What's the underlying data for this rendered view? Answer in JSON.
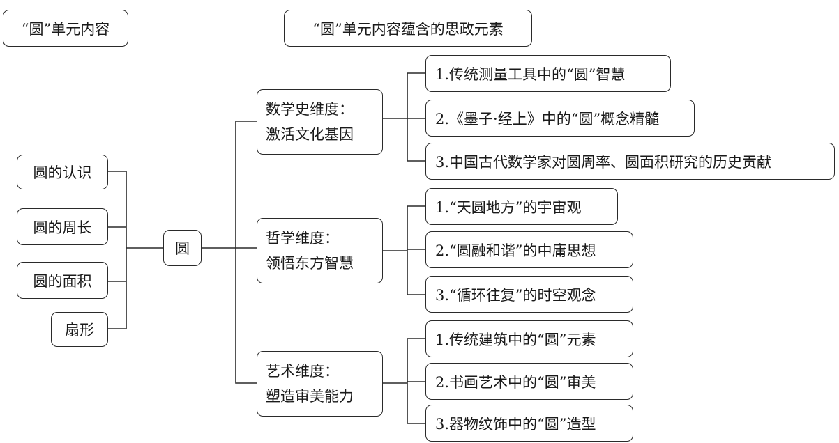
{
  "headers": {
    "unit_content": "“圆”单元内容",
    "ideological_elements": "“圆”单元内容蕴含的思政元素"
  },
  "center": "圆",
  "units": [
    "圆的认识",
    "圆的周长",
    "圆的面积",
    "扇形"
  ],
  "dimensions": [
    {
      "line1": "数学史维度：",
      "line2": "激活文化基因",
      "items": [
        "1.传统测量工具中的“圆”智慧",
        "2.《墨子·经上》中的“圆”概念精髓",
        "3.中国古代数学家对圆周率、圆面积研究的历史贡献"
      ]
    },
    {
      "line1": "哲学维度：",
      "line2": "领悟东方智慧",
      "items": [
        "1.“天圆地方”的宇宙观",
        "2.“圆融和谐”的中庸思想",
        "3.“循环往复”的时空观念"
      ]
    },
    {
      "line1": "艺术维度：",
      "line2": "塑造审美能力",
      "items": [
        "1.传统建筑中的“圆”元素",
        "2.书画艺术中的“圆”审美",
        "3.器物纹饰中的“圆”造型"
      ]
    }
  ]
}
